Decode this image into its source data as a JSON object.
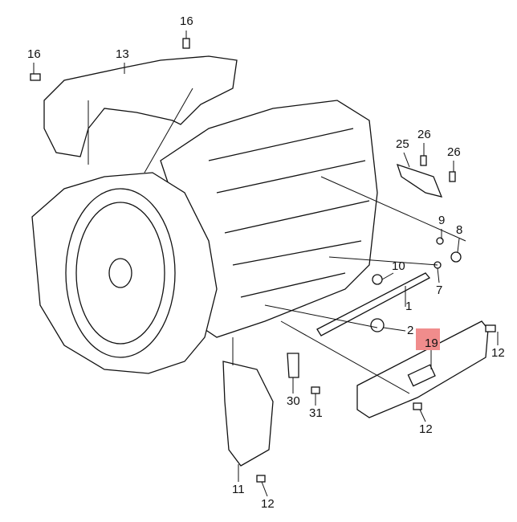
{
  "highlight_color": "#f08c8c",
  "callouts": [
    {
      "id": "c16a",
      "text": "16"
    },
    {
      "id": "c16b",
      "text": "16"
    },
    {
      "id": "c13",
      "text": "13"
    },
    {
      "id": "c26a",
      "text": "26"
    },
    {
      "id": "c25",
      "text": "25"
    },
    {
      "id": "c26b",
      "text": "26"
    },
    {
      "id": "c9",
      "text": "9"
    },
    {
      "id": "c8",
      "text": "8"
    },
    {
      "id": "c10",
      "text": "10"
    },
    {
      "id": "c7",
      "text": "7"
    },
    {
      "id": "c1",
      "text": "1"
    },
    {
      "id": "c2",
      "text": "2"
    },
    {
      "id": "c19",
      "text": "19"
    },
    {
      "id": "c12a",
      "text": "12"
    },
    {
      "id": "c30",
      "text": "30"
    },
    {
      "id": "c31",
      "text": "31"
    },
    {
      "id": "c12b",
      "text": "12"
    },
    {
      "id": "c11",
      "text": "11"
    },
    {
      "id": "c12c",
      "text": "12"
    }
  ]
}
